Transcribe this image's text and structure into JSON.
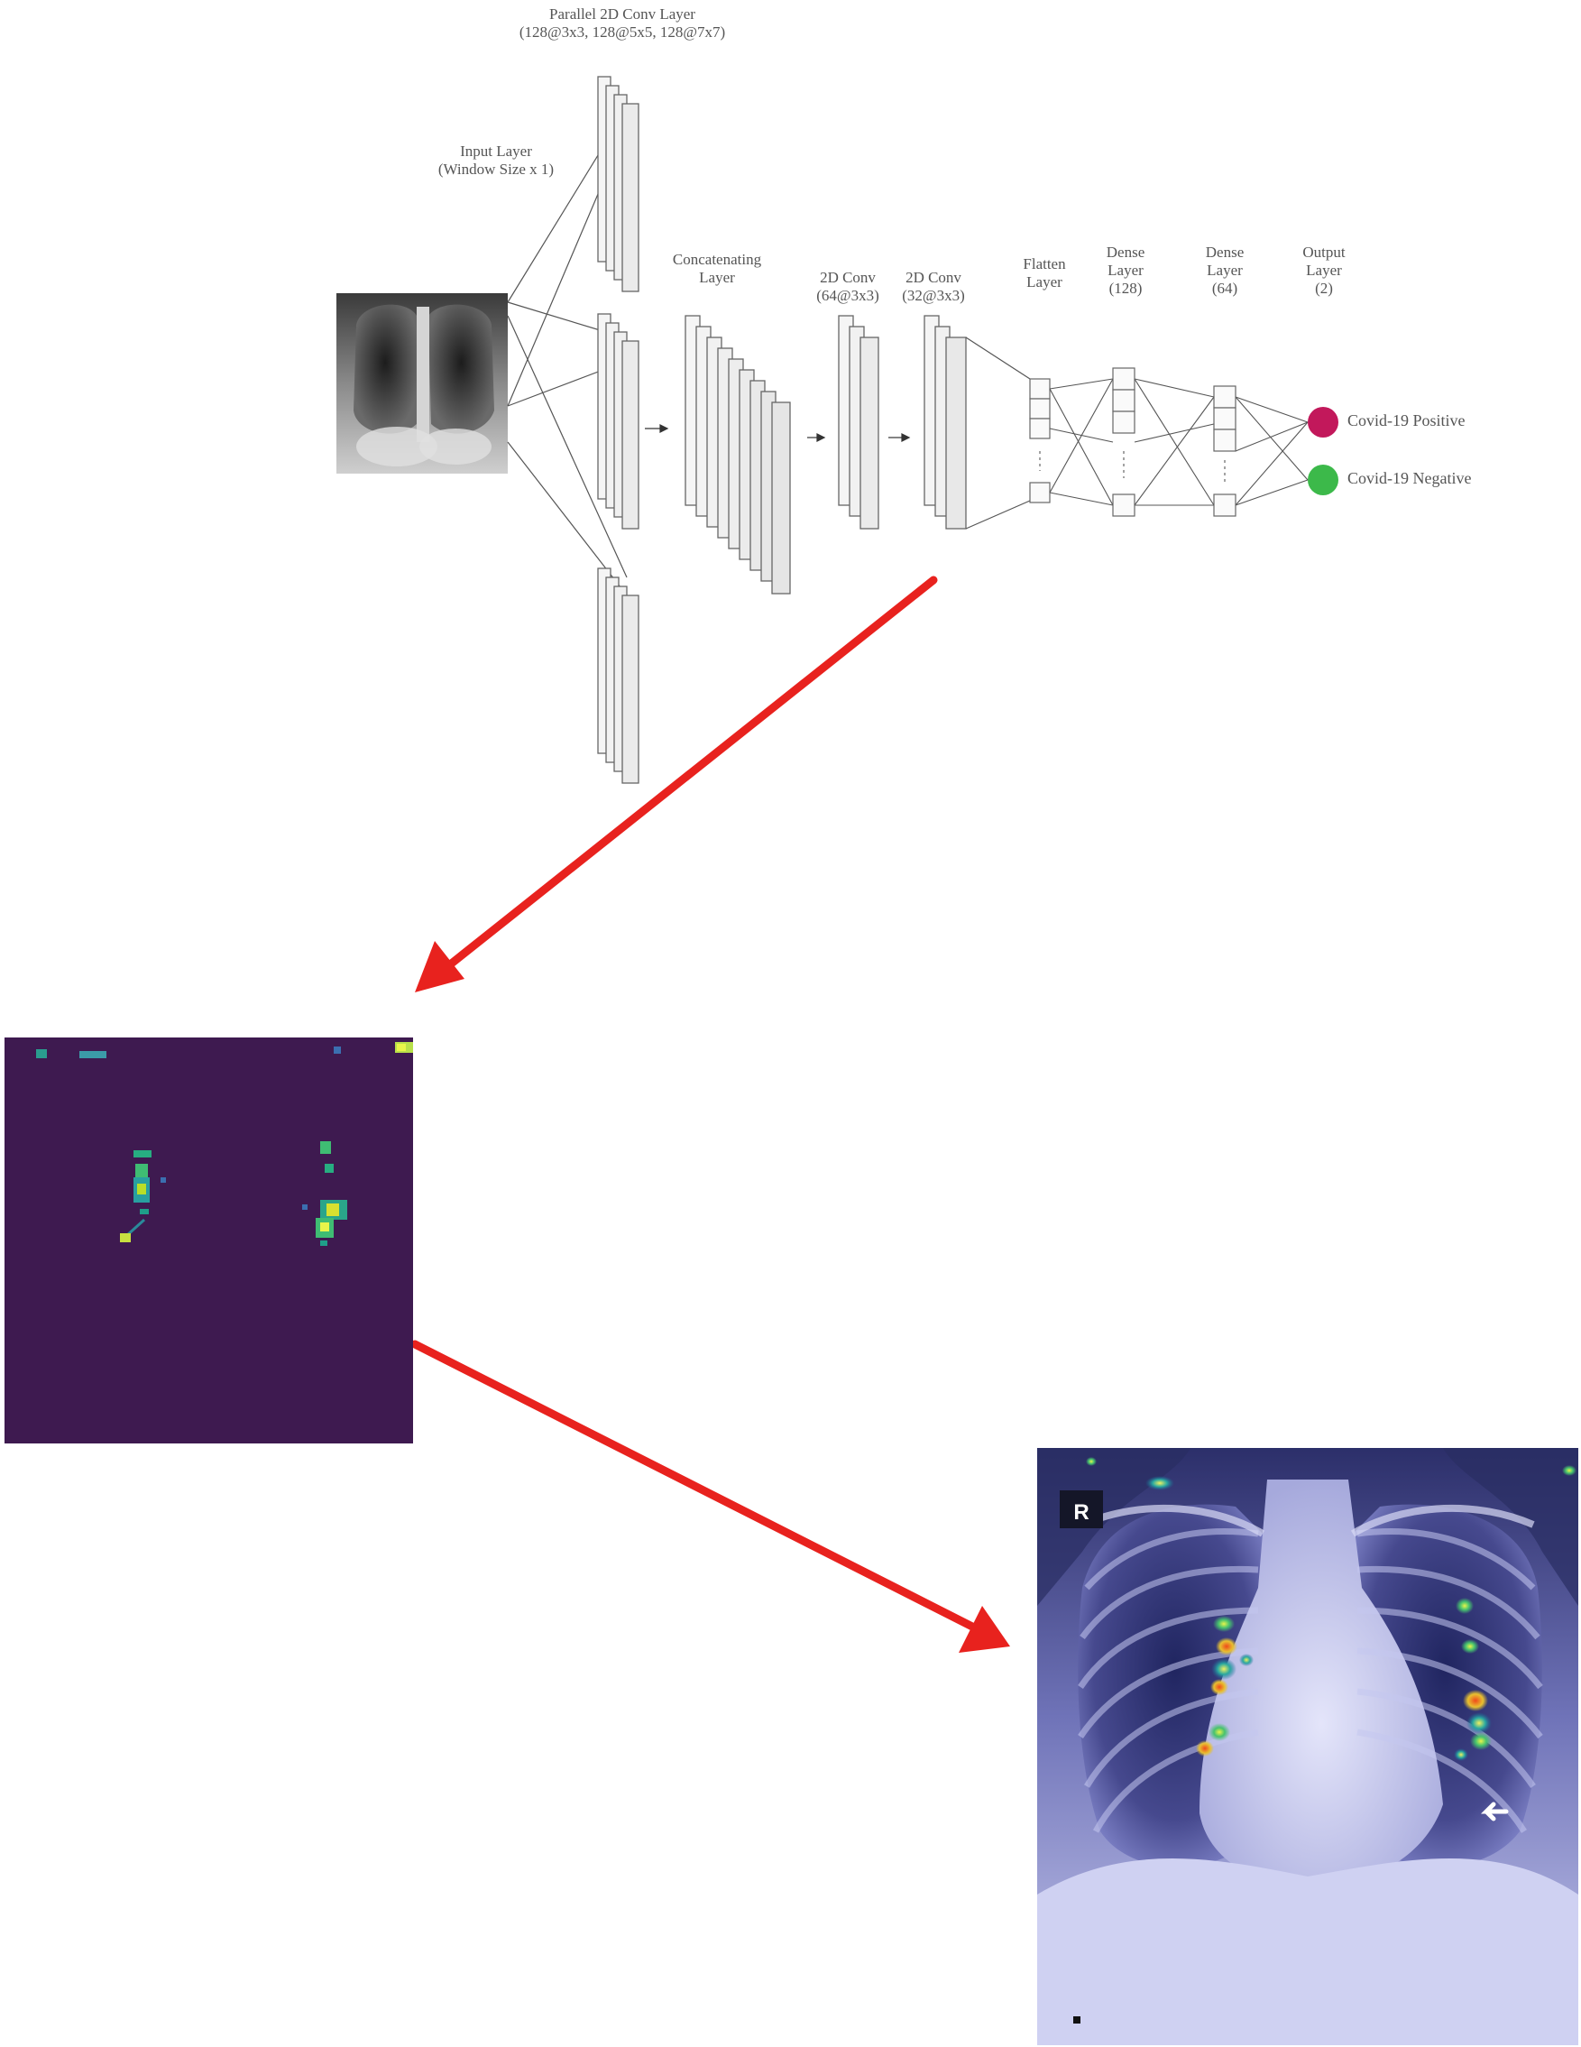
{
  "cnn": {
    "parallel_conv": {
      "line1": "Parallel 2D Conv Layer",
      "line2": "(128@3x3, 128@5x5, 128@7x7)"
    },
    "input_layer": {
      "line1": "Input Layer",
      "line2": "(Window Size x 1)"
    },
    "concat_layer": {
      "line1": "Concatenating",
      "line2": "Layer"
    },
    "conv_a": {
      "line1": "2D Conv",
      "line2": "(64@3x3)"
    },
    "conv_b": {
      "line1": "2D Conv",
      "line2": "(32@3x3)"
    },
    "flatten_layer": {
      "line1": "Flatten",
      "line2": "Layer"
    },
    "dense1": {
      "line1": "Dense",
      "line2": "Layer",
      "line3": "(128)"
    },
    "dense2": {
      "line1": "Dense",
      "line2": "Layer",
      "line3": "(64)"
    },
    "output_layer": {
      "line1": "Output",
      "line2": "Layer",
      "line3": "(2)"
    },
    "outputs": [
      {
        "label": "Covid-19 Positive",
        "color": "#c2185b"
      },
      {
        "label": "Covid-19 Negative",
        "color": "#3cb94a"
      }
    ]
  },
  "xray": {
    "side_marker": "R"
  },
  "colors": {
    "arrow": "#e8221e",
    "heatmap_bg": "#3e1a50",
    "xray_tint": "#b8bde6"
  }
}
